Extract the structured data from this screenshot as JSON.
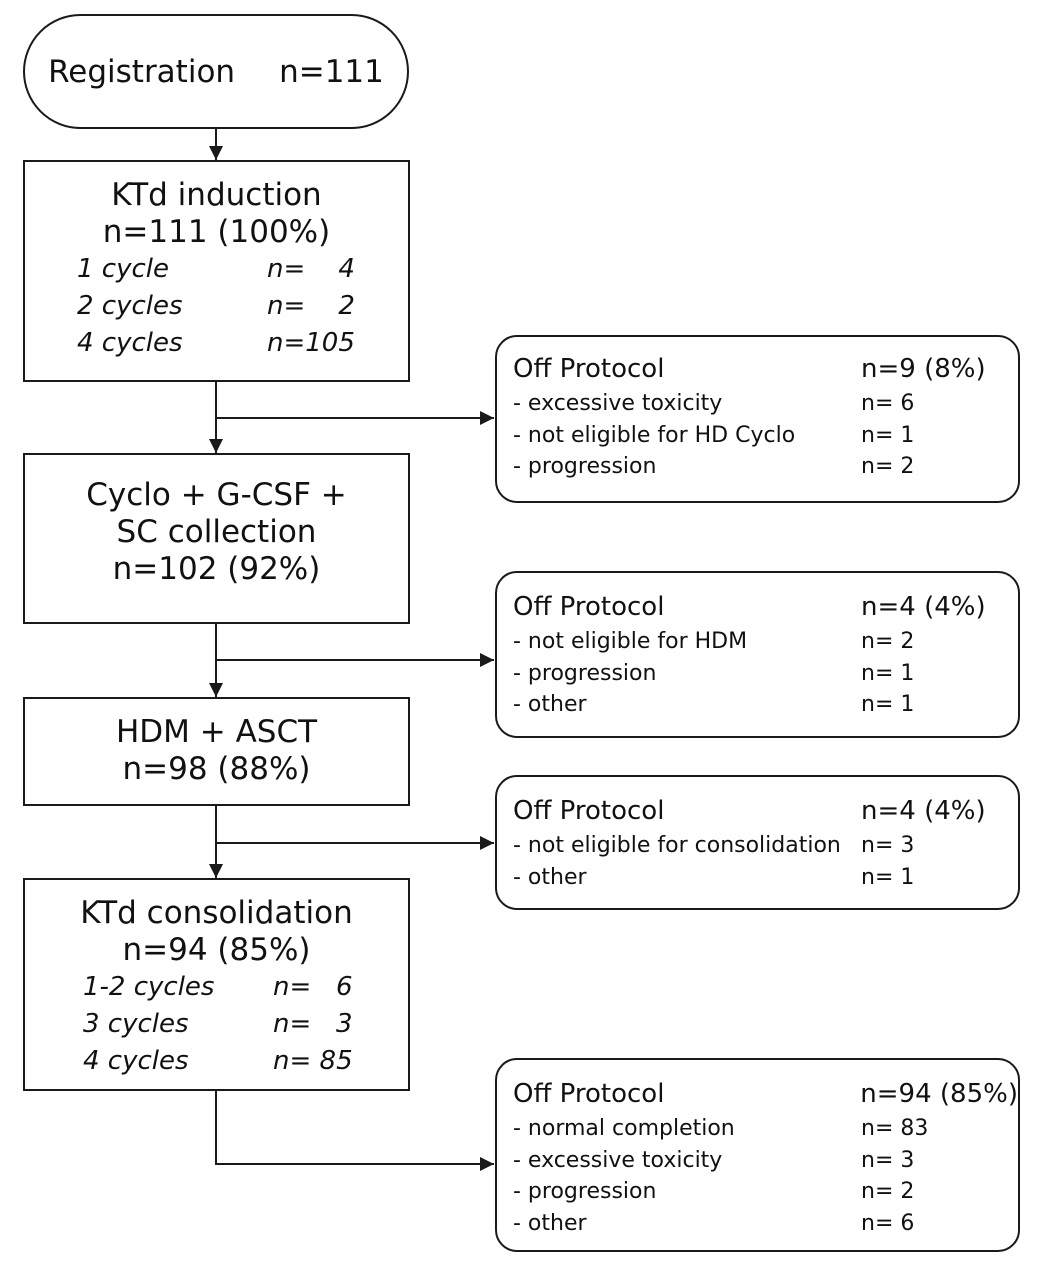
{
  "registration": {
    "label": "Registration",
    "n": "n=111"
  },
  "induction": {
    "title": "KTd induction",
    "n": "n=111 (100%)",
    "rows": [
      {
        "label": "1 cycle",
        "value": "n=    4"
      },
      {
        "label": "2 cycles",
        "value": "n=    2"
      },
      {
        "label": "4 cycles",
        "value": "n=105"
      }
    ]
  },
  "collection": {
    "line1": "Cyclo + G-CSF +",
    "line2": "SC collection",
    "n": "n=102 (92%)"
  },
  "asct": {
    "title": "HDM + ASCT",
    "n": "n=98 (88%)"
  },
  "consolidation": {
    "title": "KTd consolidation",
    "n": "n=94 (85%)",
    "rows": [
      {
        "label": "1-2 cycles",
        "value": "n=   6"
      },
      {
        "label": "3 cycles",
        "value": "n=   3"
      },
      {
        "label": "4 cycles",
        "value": "n= 85"
      }
    ]
  },
  "off1": {
    "title": "Off Protocol",
    "n": "n=9 (8%)",
    "rows": [
      {
        "label": "- excessive toxicity",
        "value": "n= 6"
      },
      {
        "label": "- not eligible for HD Cyclo",
        "value": "n= 1"
      },
      {
        "label": "- progression",
        "value": "n= 2"
      }
    ]
  },
  "off2": {
    "title": "Off Protocol",
    "n": "n=4 (4%)",
    "rows": [
      {
        "label": "- not eligible for HDM",
        "value": "n= 2"
      },
      {
        "label": "- progression",
        "value": "n= 1"
      },
      {
        "label": "- other",
        "value": "n= 1"
      }
    ]
  },
  "off3": {
    "title": "Off Protocol",
    "n": "n=4 (4%)",
    "rows": [
      {
        "label": "- not eligible for consolidation",
        "value": "n= 3"
      },
      {
        "label": "- other",
        "value": "n= 1"
      }
    ]
  },
  "off4": {
    "title": "Off Protocol",
    "n": "n=94 (85%)",
    "rows": [
      {
        "label": "- normal completion",
        "value": "n= 83"
      },
      {
        "label": "- excessive toxicity",
        "value": "n= 3"
      },
      {
        "label": "- progression",
        "value": "n= 2"
      },
      {
        "label": "- other",
        "value": "n= 6"
      }
    ]
  },
  "colors": {
    "line": "#1a1a1a",
    "text": "#111111",
    "background": "#ffffff"
  }
}
